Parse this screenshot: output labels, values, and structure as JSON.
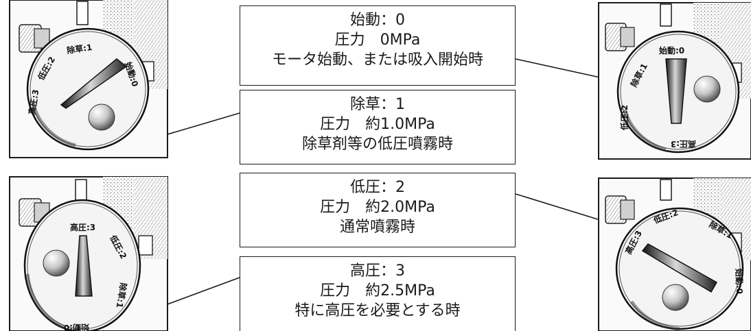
{
  "settings": [
    {
      "lines": [
        "始動：0",
        "圧力　0MPa",
        "モータ始動、または吸入開始時"
      ]
    },
    {
      "lines": [
        "除草：1",
        "圧力　約1.0MPa",
        "除草剤等の低圧噴霧時"
      ]
    },
    {
      "lines": [
        "低圧：2",
        "圧力　約2.0MPa",
        "通常噴霧時"
      ]
    },
    {
      "lines": [
        "高圧：3",
        "圧力　約2.5MPa",
        "特に高圧を必要とする時"
      ]
    }
  ],
  "dial_labels": {
    "start": "始動:0",
    "weed": "除草:1",
    "low": "低圧:2",
    "high": "高圧:3"
  }
}
